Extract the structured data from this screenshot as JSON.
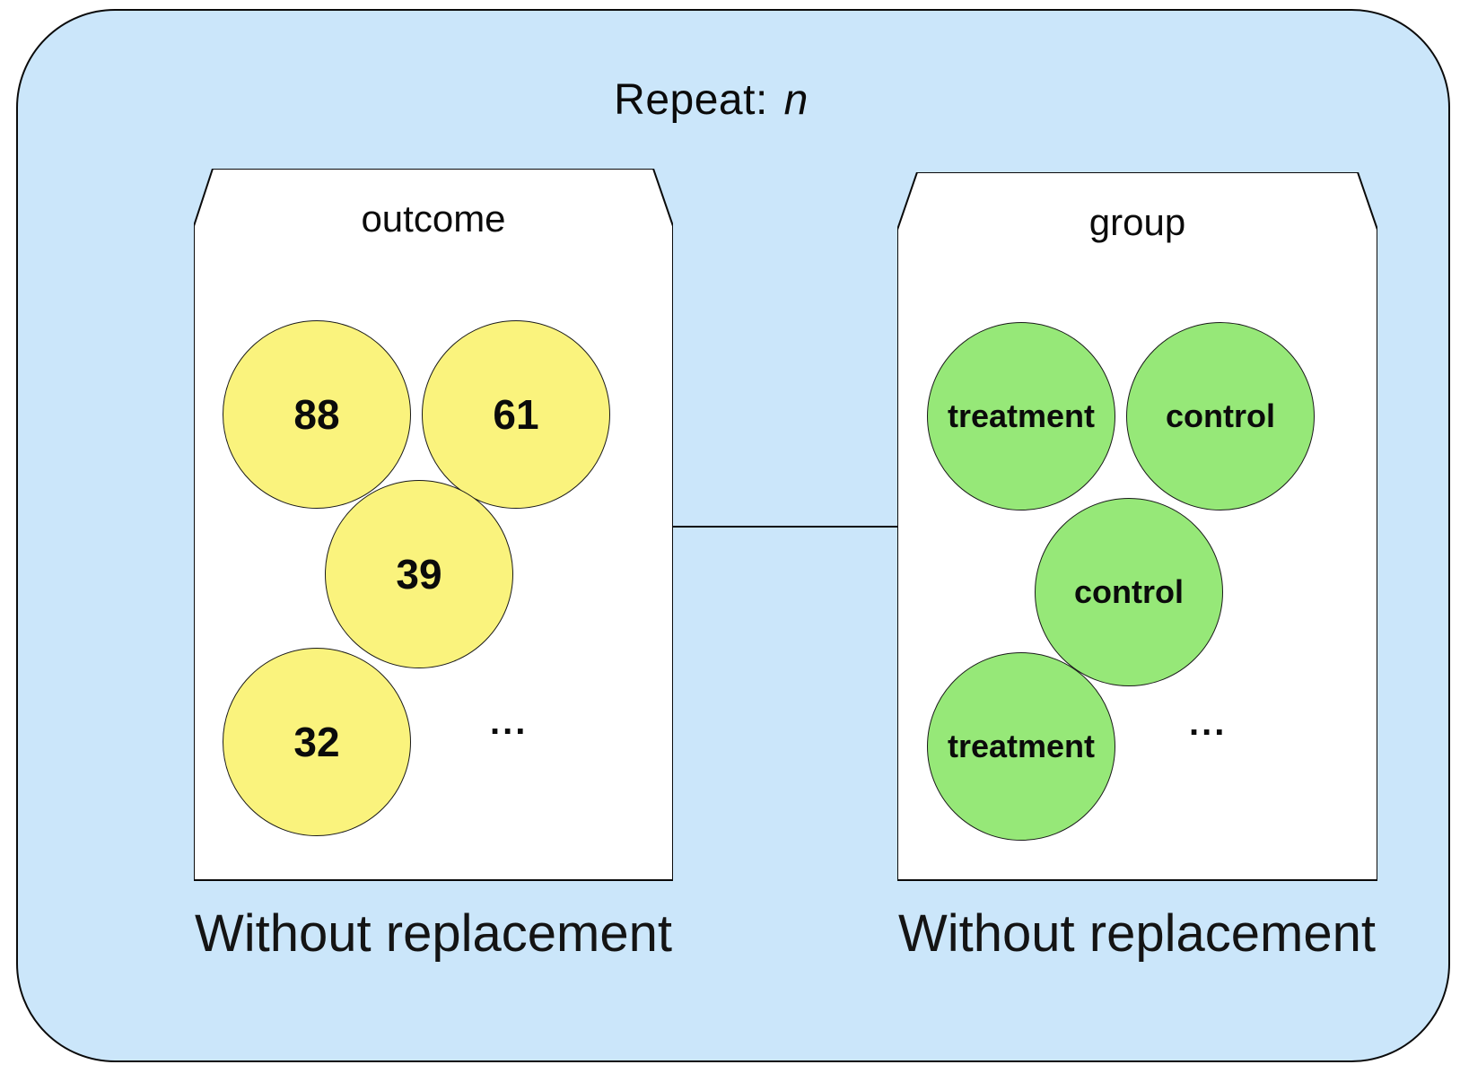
{
  "title": {
    "prefix": "Repeat: ",
    "variable": "n"
  },
  "colors": {
    "panel_background": "#CBE6FA",
    "panel_border": "#0B0B0B",
    "envelope_background": "#FFFFFF",
    "outcome_ball": "#FAF37D",
    "group_ball": "#96E878",
    "text": "#0B0B0B"
  },
  "envelopes": [
    {
      "label": "outcome",
      "caption": "Without replacement",
      "ball_color": "#FAF37D",
      "balls": [
        "88",
        "61",
        "39",
        "32"
      ],
      "ellipsis": "..."
    },
    {
      "label": "group",
      "caption": "Without replacement",
      "ball_color": "#96E878",
      "balls": [
        "treatment",
        "control",
        "control",
        "treatment"
      ],
      "ellipsis": "..."
    }
  ]
}
